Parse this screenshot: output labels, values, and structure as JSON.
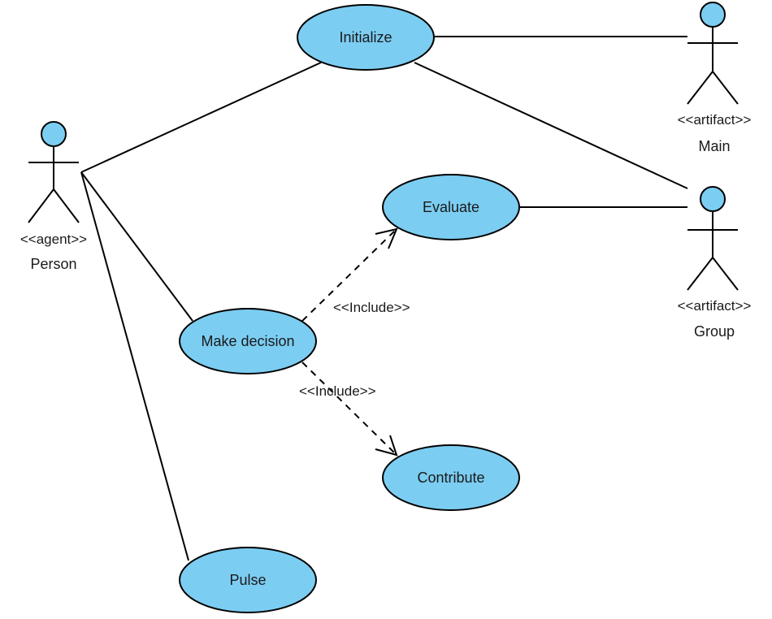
{
  "diagram": {
    "type": "use-case",
    "colors": {
      "usecase_fill": "#7ccdf2",
      "stroke": "#000000",
      "actor_head_fill": "#7ccdf2",
      "text": "#1a1a1a"
    },
    "actors": [
      {
        "id": "person",
        "stereotype": "<<agent>>",
        "name": "Person"
      },
      {
        "id": "main",
        "stereotype": "<<artifact>>",
        "name": "Main"
      },
      {
        "id": "group",
        "stereotype": "<<artifact>>",
        "name": "Group"
      }
    ],
    "use_cases": [
      {
        "id": "initialize",
        "label": "Initialize"
      },
      {
        "id": "evaluate",
        "label": "Evaluate"
      },
      {
        "id": "make_decision",
        "label": "Make decision"
      },
      {
        "id": "contribute",
        "label": "Contribute"
      },
      {
        "id": "pulse",
        "label": "Pulse"
      }
    ],
    "associations": [
      {
        "from": "person",
        "to": "initialize"
      },
      {
        "from": "person",
        "to": "make_decision"
      },
      {
        "from": "person",
        "to": "pulse"
      },
      {
        "from": "initialize",
        "to": "main"
      },
      {
        "from": "initialize",
        "to": "group"
      },
      {
        "from": "evaluate",
        "to": "group"
      }
    ],
    "includes": [
      {
        "from": "make_decision",
        "to": "evaluate",
        "label": "<<Include>>"
      },
      {
        "from": "make_decision",
        "to": "contribute",
        "label": "<<Include>>"
      }
    ]
  }
}
